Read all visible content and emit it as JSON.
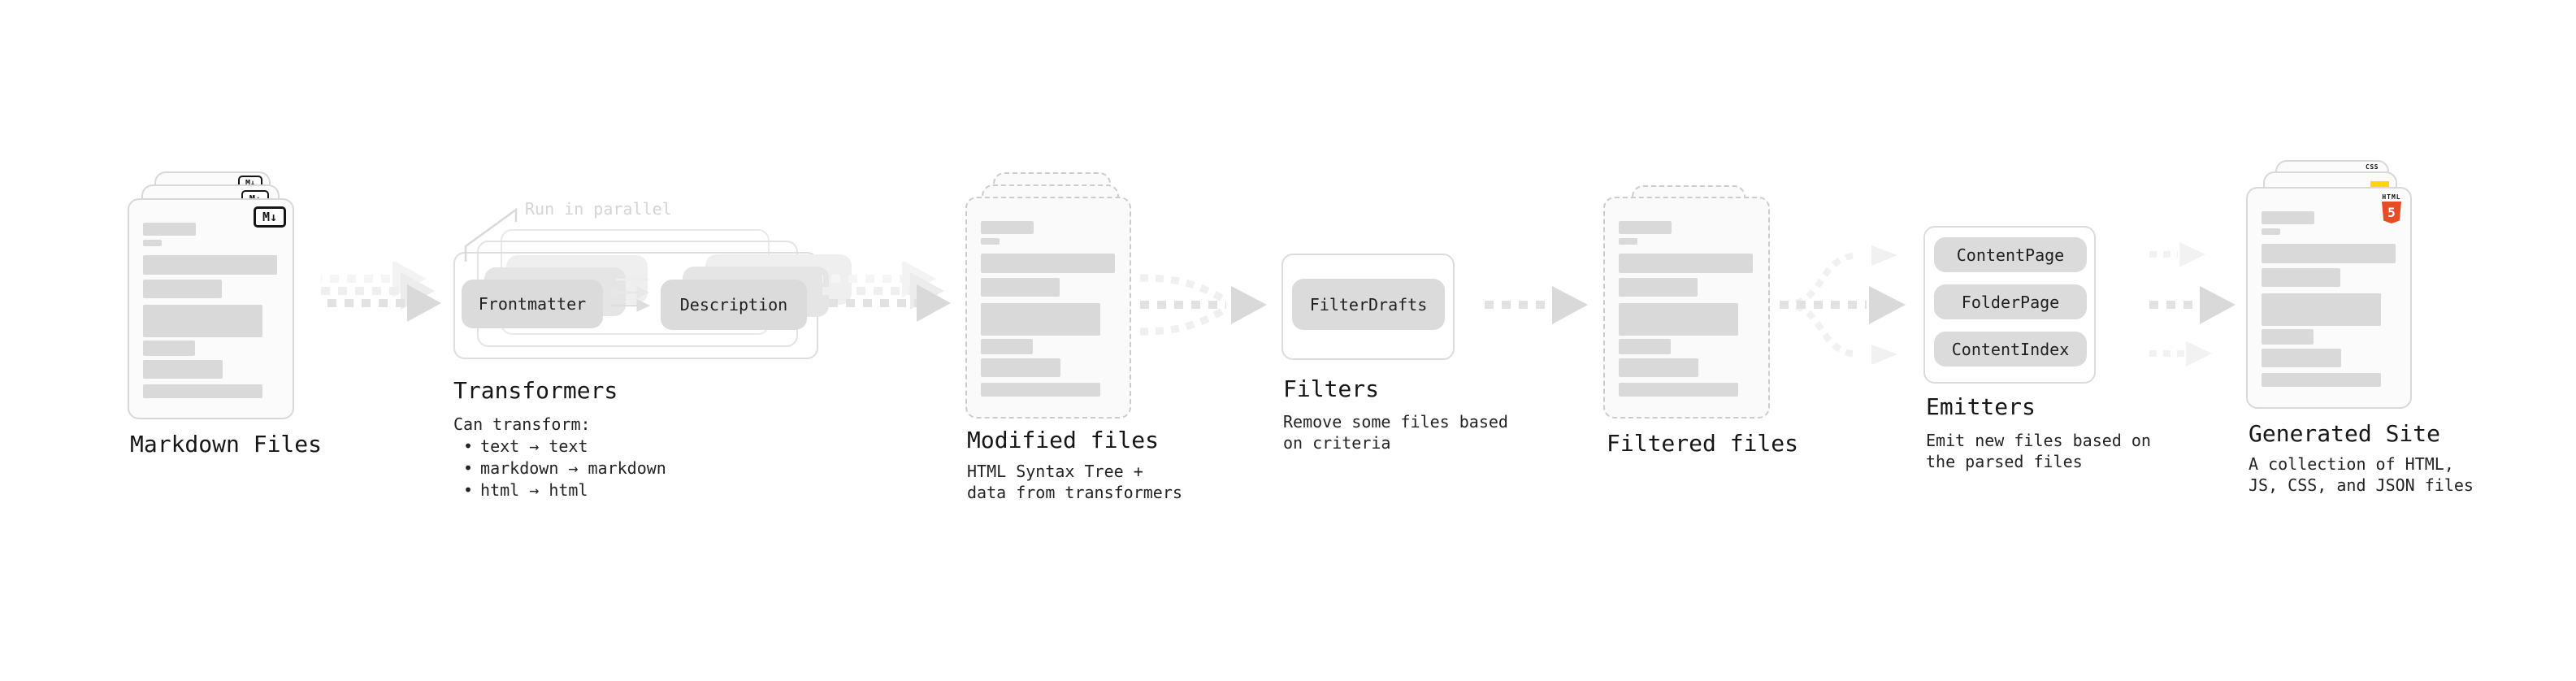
{
  "diagram": {
    "markdown": {
      "label": "Markdown Files"
    },
    "transformers": {
      "annotation": "Run in parallel",
      "pill_left": "Frontmatter",
      "pill_right": "Description",
      "label": "Transformers",
      "desc_title": "Can transform:",
      "bullet": "•",
      "items": [
        "text → text",
        "markdown → markdown",
        "html → html"
      ]
    },
    "modified": {
      "label": "Modified files",
      "desc1": "HTML Syntax Tree +",
      "desc2": "data from transformers"
    },
    "filters": {
      "label": "Filters",
      "pill": "FilterDrafts",
      "desc1": "Remove some files based",
      "desc2": "on criteria"
    },
    "filtered": {
      "label": "Filtered files"
    },
    "emitters": {
      "label": "Emitters",
      "pills": [
        "ContentPage",
        "FolderPage",
        "ContentIndex"
      ],
      "desc1": "Emit new files based on",
      "desc2": "the parsed files"
    },
    "generated": {
      "label": "Generated Site",
      "desc1": "A collection of HTML,",
      "desc2": "JS, CSS, and JSON files"
    }
  },
  "badges": {
    "markdown": "M↓",
    "html5_word": "HTML",
    "html5_number": "5",
    "css": "CSS"
  },
  "colors": {
    "bar_fill": "#d9d9d9",
    "card_border": "#d8d8d8",
    "dashed_border": "#cccccc",
    "pill_fill": "#dbdbdb",
    "arrow_head": "#dcdcdc",
    "html5_orange": "#e44d26",
    "js_yellow": "#ffd600",
    "css_blue": "#2962ff",
    "text": "#161616",
    "faded_text": "#d4d4d4"
  }
}
